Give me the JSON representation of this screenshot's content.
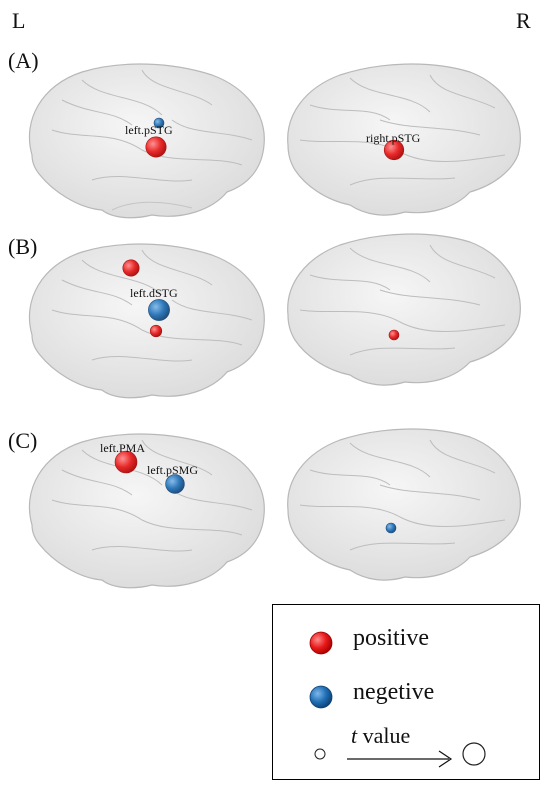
{
  "hemispheres": {
    "left": "L",
    "right": "R"
  },
  "panels": [
    {
      "label": "(A)",
      "left_labels": [
        "left.pSTG"
      ],
      "right_labels": [
        "right.pSTG"
      ],
      "left_nodes": [
        {
          "sign": "positive",
          "size": 0.9,
          "label": "left.pSTG"
        },
        {
          "sign": "negative",
          "size": 0.25
        }
      ],
      "right_nodes": [
        {
          "sign": "positive",
          "size": 0.85,
          "label": "right.pSTG"
        }
      ]
    },
    {
      "label": "(B)",
      "left_labels": [
        "left.dSTG"
      ],
      "right_labels": [],
      "left_nodes": [
        {
          "sign": "positive",
          "size": 0.65
        },
        {
          "sign": "negative",
          "size": 0.95,
          "label": "left.dSTG"
        },
        {
          "sign": "positive",
          "size": 0.35
        }
      ],
      "right_nodes": [
        {
          "sign": "positive",
          "size": 0.25
        }
      ]
    },
    {
      "label": "(C)",
      "left_labels": [
        "left.PMA",
        "left.pSMG"
      ],
      "right_labels": [],
      "left_nodes": [
        {
          "sign": "positive",
          "size": 1.0,
          "label": "left.PMA"
        },
        {
          "sign": "negative",
          "size": 0.8,
          "label": "left.pSMG"
        }
      ],
      "right_nodes": [
        {
          "sign": "negative",
          "size": 0.25
        }
      ]
    }
  ],
  "legend": {
    "positive": "positive",
    "negative": "negetive",
    "tvalue_symbol": "t",
    "tvalue_word": " value"
  },
  "colors": {
    "positive": "#e8191a",
    "negative": "#1f6fb5",
    "brain_fill": "#e9e9e9",
    "brain_line": "#b8b8b8"
  }
}
